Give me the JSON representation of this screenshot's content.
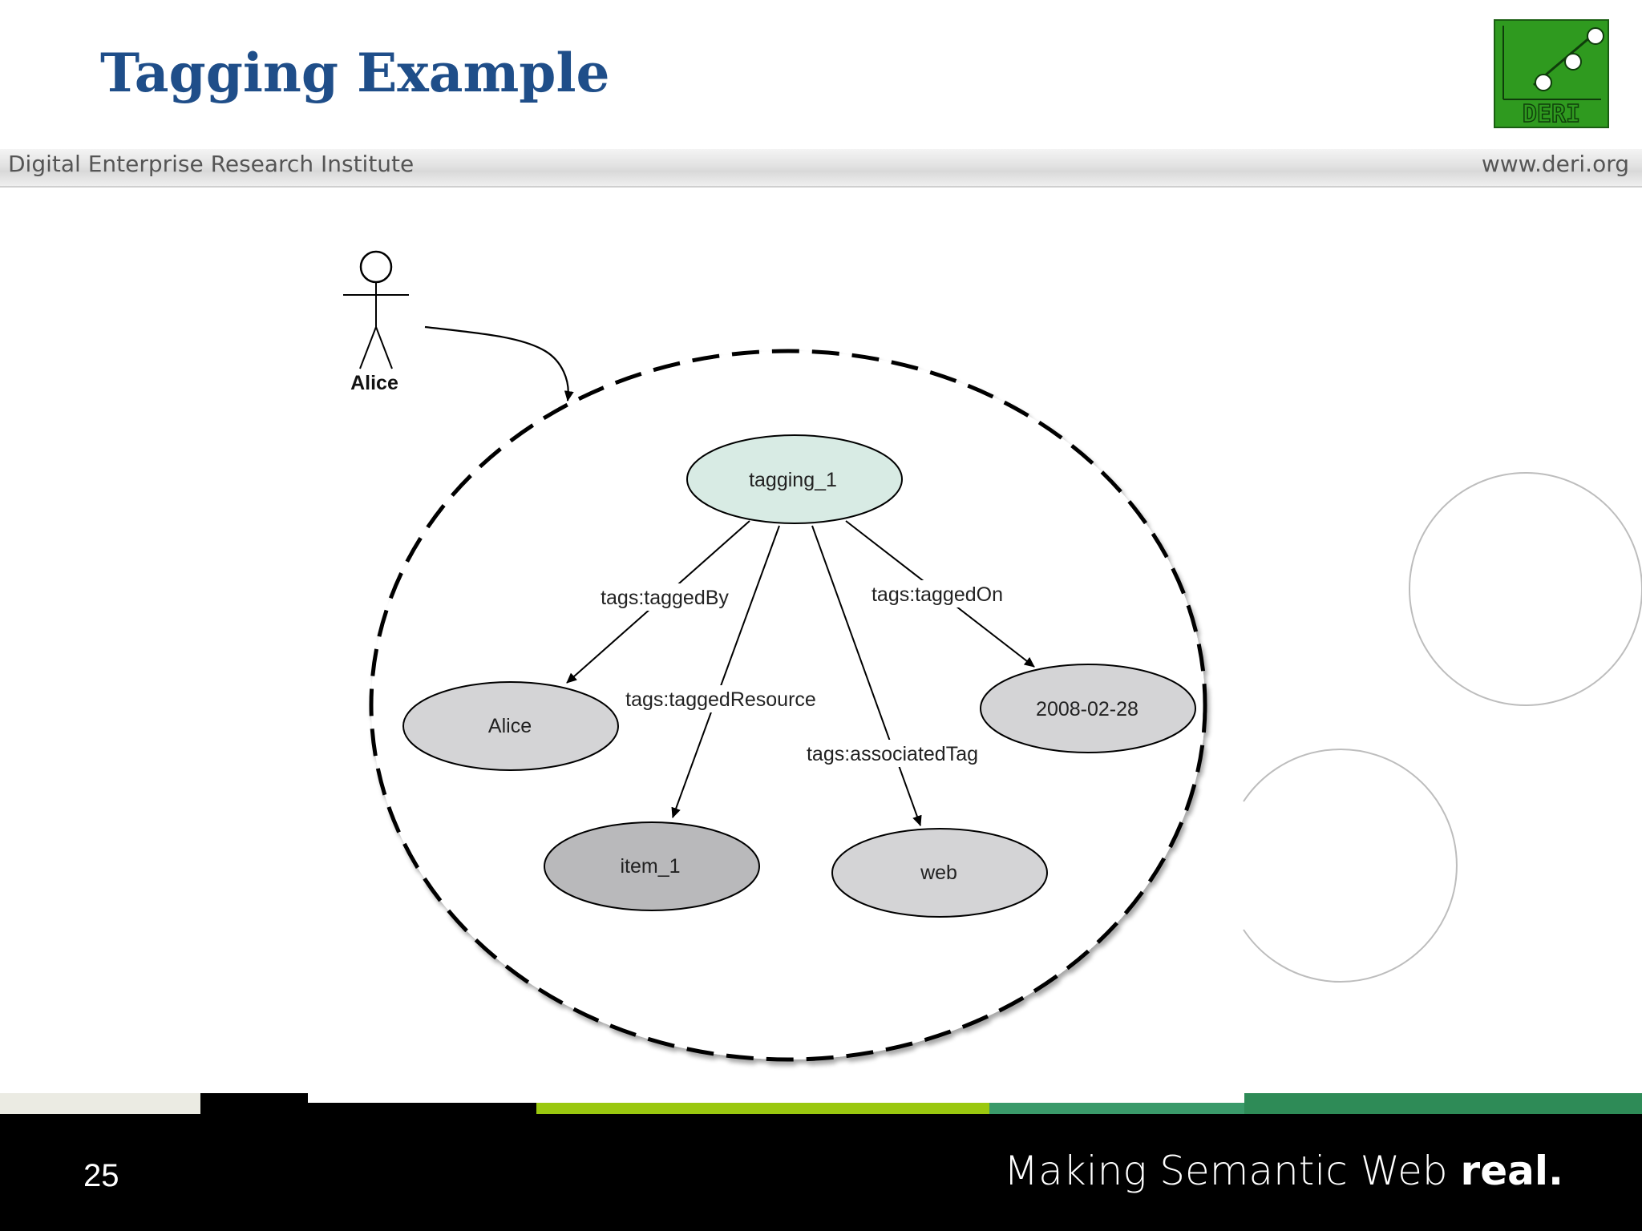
{
  "slide": {
    "title": "Tagging Example",
    "institute": "Digital Enterprise Research Institute",
    "website": "www.deri.org",
    "logo_text": "DERI",
    "page_number": "25",
    "tagline_regular": "Making Semantic Web ",
    "tagline_bold": "real."
  },
  "diagram": {
    "actor": {
      "label": "Alice",
      "icon": "stick-figure-icon"
    },
    "nodes": {
      "tagging": "tagging_1",
      "alice": "Alice",
      "date": "2008-02-28",
      "item": "item_1",
      "web": "web"
    },
    "edges": {
      "taggedBy": "tags:taggedBy",
      "taggedOn": "tags:taggedOn",
      "taggedResource": "tags:taggedResource",
      "associatedTag": "tags:associatedTag"
    }
  },
  "colors": {
    "title": "#1f4e89",
    "logo_green": "#2f9a1f",
    "node_center": "#d8ebe4",
    "node_light": "#d4d4d6",
    "node_dark": "#b9b9bb",
    "stripe_lime": "#9ac80f",
    "stripe_green": "#2e8b57"
  }
}
